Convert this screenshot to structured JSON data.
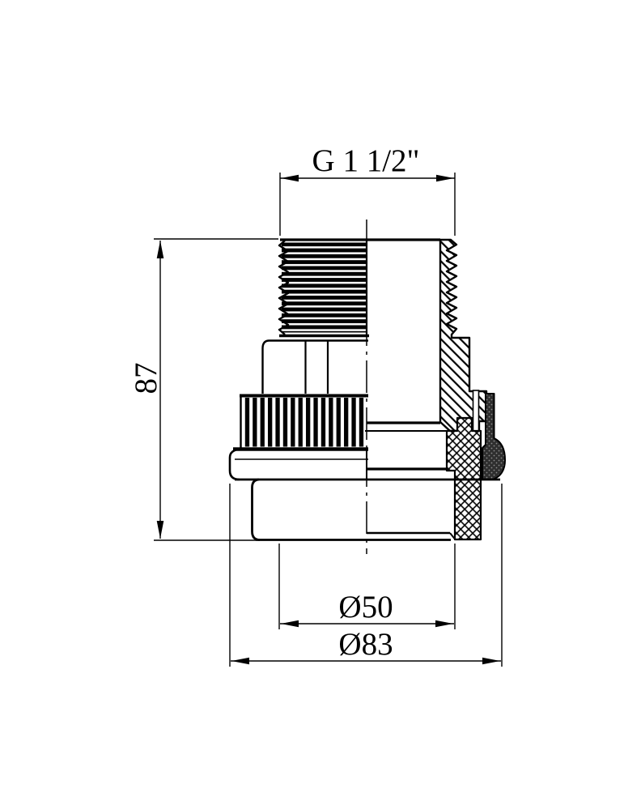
{
  "drawing": {
    "type": "technical-dimension-drawing",
    "subject": "threaded pipe union adapter, half-section view",
    "background": "#ffffff",
    "line_color": "#000000"
  },
  "dimensions": {
    "thread": "G 1 1/2\"",
    "height": "87",
    "socket_diameter": "Ø50",
    "outer_diameter": "Ø83"
  }
}
